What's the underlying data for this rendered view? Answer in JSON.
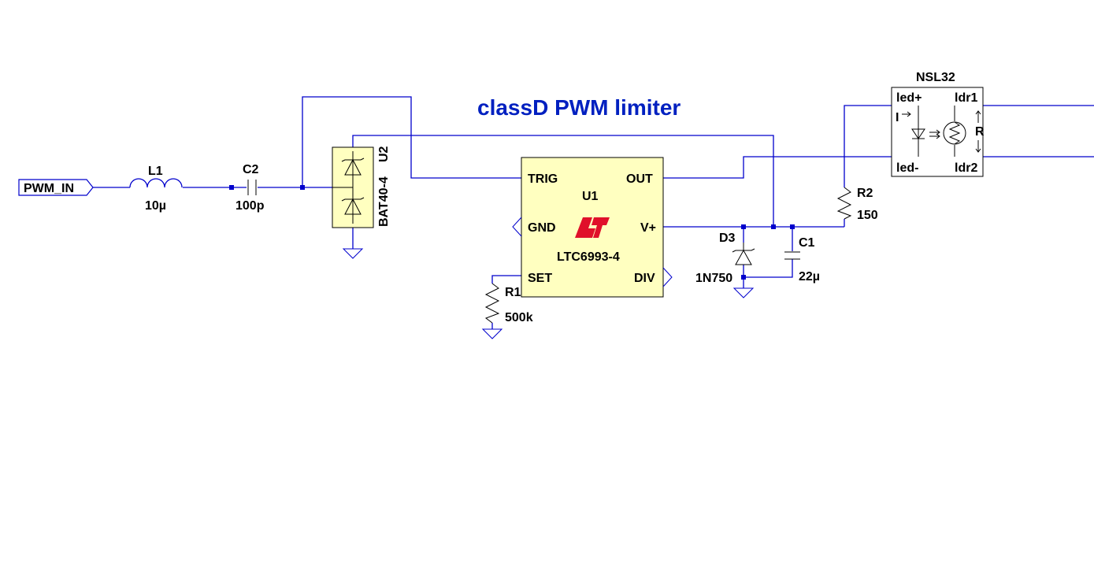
{
  "title": "classD PWM limiter",
  "net_label": "PWM_IN",
  "components": {
    "l1": {
      "ref": "L1",
      "value": "10µ"
    },
    "c2": {
      "ref": "C2",
      "value": "100p"
    },
    "u2": {
      "ref": "U2",
      "value": "BAT40-4"
    },
    "u1": {
      "ref": "U1",
      "part": "LTC6993-4",
      "pins": {
        "trig": "TRIG",
        "out": "OUT",
        "gnd": "GND",
        "vplus": "V+",
        "set": "SET",
        "div": "DIV"
      }
    },
    "r1": {
      "ref": "R1",
      "value": "500k"
    },
    "d3": {
      "ref": "D3",
      "value": "1N750"
    },
    "c1": {
      "ref": "C1",
      "value": "22µ"
    },
    "r2": {
      "ref": "R2",
      "value": "150"
    },
    "nsl32": {
      "ref": "NSL32",
      "pins": {
        "led_plus": "led+",
        "led_minus": "led-",
        "ldr1": "ldr1",
        "ldr2": "ldr2"
      },
      "inner_i": "I",
      "inner_r": "R"
    }
  },
  "colors": {
    "wire": "#0000cc",
    "title": "#0020c0",
    "component_fill": "#ffffc0",
    "logo": "#e0102a"
  }
}
